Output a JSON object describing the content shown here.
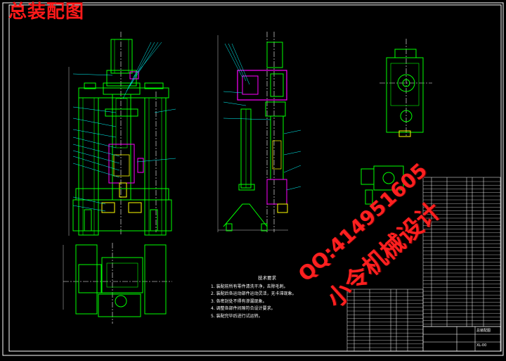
{
  "title": "总装配图",
  "watermark": {
    "qq": "QQ:414951605",
    "name": "小令机械设计"
  },
  "technical_requirements": {
    "heading": "技术要求",
    "items": [
      "1. 装配前所有零件清洗干净，去除毛刺。",
      "2. 装配后各运动部件运动灵活，无卡滞现象。",
      "3. 各密封处不得有渗漏现象。",
      "4. 调整各部件间隙符合设计要求。",
      "5. 装配完毕后进行试运转。"
    ]
  },
  "title_block": {
    "drawing_name": "总装配图",
    "drawing_no": "XL-00"
  },
  "colors": {
    "background": "#000000",
    "frame": "#ffffff",
    "outline": "#00ff00",
    "centerline": "#ffffff",
    "leader": "#00ffff",
    "part": "#ff00ff",
    "dim": "#ffff00",
    "accent": "#ff3333"
  }
}
